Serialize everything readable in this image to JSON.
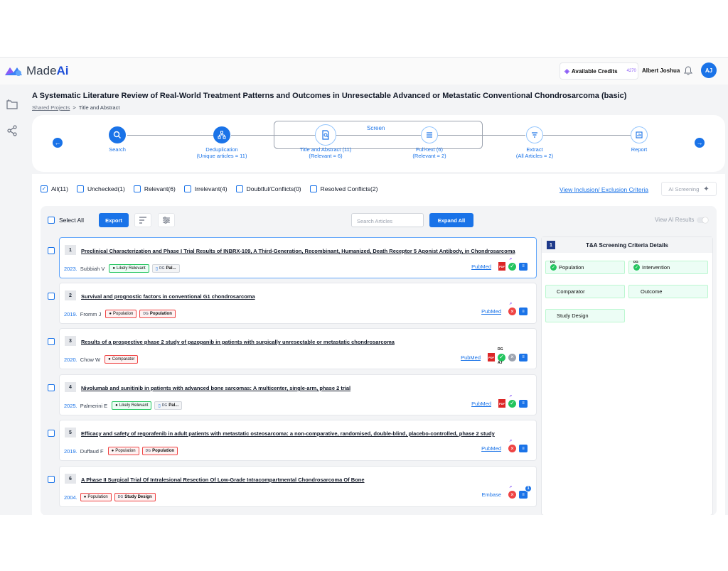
{
  "app": {
    "logo_prefix": "Made",
    "logo_suffix": "Ai"
  },
  "topbar": {
    "credits_label": "Available Credits",
    "credits_value": "4270",
    "user_name": "Albert Joshua",
    "avatar_initials": "AJ"
  },
  "project": {
    "title": "A Systematic Literature Review of Real-World Treatment Patterns and Outcomes in Unresectable Advanced or Metastatic Conventional Chondrosarcoma (basic)",
    "breadcrumb": [
      "Shared Projects",
      ">",
      "Title and Abstract"
    ]
  },
  "stepper": {
    "group_label": "Screen",
    "steps": [
      {
        "label": "Search",
        "sub": ""
      },
      {
        "label": "Deduplication",
        "sub": "(Unique articles = 11)"
      },
      {
        "label": "Title and Abstract (11)",
        "sub": "(Relevant = 6)"
      },
      {
        "label": "Full-text (6)",
        "sub": "(Relevant = 2)"
      },
      {
        "label": "Extract",
        "sub": "(All Articles = 2)"
      },
      {
        "label": "Report",
        "sub": ""
      }
    ]
  },
  "filters": [
    {
      "label": "All(11)",
      "checked": true
    },
    {
      "label": "Unchecked(1)",
      "checked": false
    },
    {
      "label": "Relevant(6)",
      "checked": false
    },
    {
      "label": "Irrelevant(4)",
      "checked": false
    },
    {
      "label": "Doubtful/Conflicts(0)",
      "checked": false
    },
    {
      "label": "Resolved Conflicts(2)",
      "checked": false
    }
  ],
  "criteria_link": "View Inclusion/ Exclusion Criteria",
  "ai_screening_label": "AI Screening",
  "toolbar": {
    "select_all": "Select All",
    "export": "Export",
    "search_placeholder": "Search Articles",
    "expand_all": "Expand All",
    "view_ai_results": "View AI Results"
  },
  "articles": [
    {
      "num": "1",
      "title": "Preclinical Characterization and Phase I Trial Results of INBRX-109, A Third-Generation, Recombinant, Humanized, Death Receptor 5 Agonist Antibody, in Chondrosarcoma",
      "year": "2023.",
      "author": "Subbiah V",
      "tags": [
        {
          "text": "Likely Relevant",
          "style": "green"
        },
        {
          "prefix": "DG",
          "text": "Pal...",
          "style": "gray"
        }
      ],
      "source": "PubMed"
    },
    {
      "num": "2",
      "title": "Survival and prognostic factors in conventional G1 chondrosarcoma",
      "year": "2019.",
      "author": "Fromm J",
      "tags": [
        {
          "text": "Population",
          "style": "red"
        },
        {
          "prefix": "DG",
          "text": "Population",
          "style": "red"
        }
      ],
      "source": "PubMed"
    },
    {
      "num": "3",
      "title": "Results of a prospective phase 2 study of pazopanib in patients with surgically unresectable or metastatic chondrosarcoma",
      "year": "2020.",
      "author": "Chow W",
      "tags": [
        {
          "text": "Comparator",
          "style": "red"
        }
      ],
      "source": "PubMed"
    },
    {
      "num": "4",
      "title": "Nivolumab and sunitinib in patients with advanced bone sarcomas: A multicenter, single-arm, phase 2 trial",
      "year": "2025.",
      "author": "Palmerini E",
      "tags": [
        {
          "text": "Likely Relevant",
          "style": "green"
        },
        {
          "prefix": "DG",
          "text": "Pal...",
          "style": "gray"
        }
      ],
      "source": "PubMed"
    },
    {
      "num": "5",
      "title": "Efficacy and safety of regorafenib in adult patients with metastatic osteosarcoma: a non-comparative, randomised, double-blind, placebo-controlled, phase 2 study",
      "year": "2019.",
      "author": "Duffaud F",
      "tags": [
        {
          "text": "Population",
          "style": "red"
        },
        {
          "prefix": "DG",
          "text": "Population",
          "style": "red"
        }
      ],
      "source": "PubMed"
    },
    {
      "num": "6",
      "title": "A Phase II Surgical Trial Of Intralesional Resection Of Low-Grade Intracompartmental Chondrosarcoma Of Bone",
      "year": "2004.",
      "author": "",
      "tags": [
        {
          "text": "Population",
          "style": "red"
        },
        {
          "prefix": "DG",
          "text": "Study Design",
          "style": "red"
        }
      ],
      "source": "Embase",
      "comment_count": "1"
    }
  ],
  "criteria_panel": {
    "index": "1",
    "title": "T&A Screening Criteria Details",
    "chips": [
      {
        "text": "Population",
        "prefix": "DG"
      },
      {
        "text": "Intervention",
        "prefix": "DG"
      },
      {
        "text": "Comparator"
      },
      {
        "text": "Outcome"
      },
      {
        "text": "Study Design"
      }
    ],
    "icon_prefix": "DG"
  },
  "status_labels": {
    "ai": "↗",
    "dg": "DG",
    "aj": "AJ",
    "pdf": "PDF"
  },
  "colors": {
    "accent": "#1a73e8",
    "success": "#22c55e",
    "danger": "#ef4444",
    "ai": "#8b5cf6"
  }
}
